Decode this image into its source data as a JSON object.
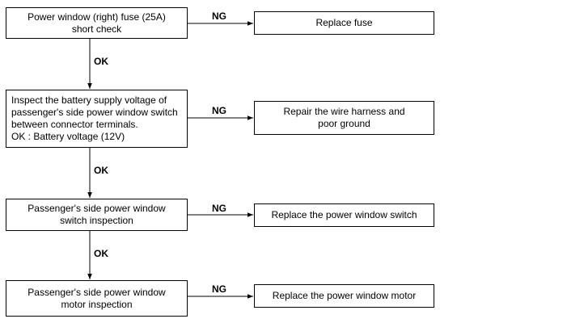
{
  "steps": [
    {
      "text": "Power window (right) fuse (25A)\nshort check",
      "ok_label": "OK",
      "ng_label": "NG",
      "ng_action": "Replace fuse"
    },
    {
      "text": "Inspect the battery supply voltage of\npassenger's side power window switch\nbetween connector terminals.\nOK : Battery voltage (12V)",
      "ok_label": "OK",
      "ng_label": "NG",
      "ng_action": "Repair the wire harness and\npoor ground"
    },
    {
      "text": "Passenger's side power window\nswitch inspection",
      "ok_label": "OK",
      "ng_label": "NG",
      "ng_action": "Replace the power window switch"
    },
    {
      "text": "Passenger's side power window\nmotor inspection",
      "ng_label": "NG",
      "ng_action": "Replace the power window motor"
    }
  ]
}
